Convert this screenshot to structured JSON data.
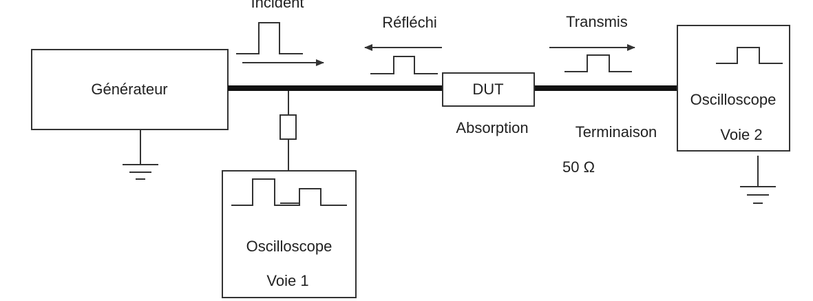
{
  "labels": {
    "incident": "Incident",
    "reflechi": "Réfléchi",
    "transmis": "Transmis",
    "generateur": "Générateur",
    "dut": "DUT",
    "absorption": "Absorption",
    "terminaison": "Terminaison",
    "impedance": "50 Ω",
    "scope2_line1": "Oscilloscope",
    "scope2_line2": "Voie 2",
    "scope1_line1": "Oscilloscope",
    "scope1_line2": "Voie 1"
  },
  "colors": {
    "stroke": "#333333",
    "text": "#222222",
    "background": "#ffffff"
  }
}
